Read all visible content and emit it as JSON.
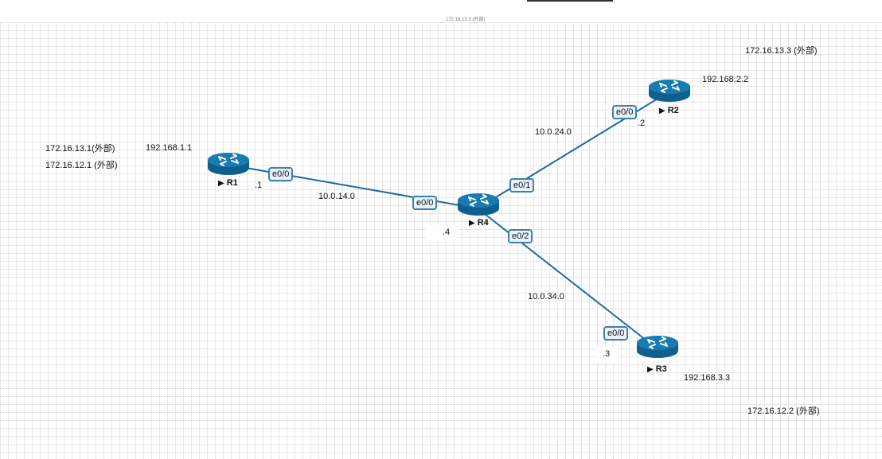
{
  "header": {
    "title": "172.16.13.3 (外部)"
  },
  "nodes": {
    "r1": {
      "name": "R1",
      "ip": "192.168.1.1",
      "host": ".1",
      "externals": [
        "172.16.13.1(外部)",
        "172.16.12.1 (外部)"
      ]
    },
    "r2": {
      "name": "R2",
      "ip": "192.168.2.2",
      "host": ".2",
      "external": "172.16.13.3 (外部)"
    },
    "r3": {
      "name": "R3",
      "ip": "192.168.3.3",
      "host": ".3",
      "external": "172.16.12.2 (外部)"
    },
    "r4": {
      "name": "R4",
      "host": ".4"
    }
  },
  "links": {
    "r1_r4": {
      "network": "10.0.14.0",
      "a_iface": "e0/0",
      "b_iface": "e0/0"
    },
    "r4_r2": {
      "network": "10.0.24.0",
      "a_iface": "e0/1",
      "b_iface": "e0/0"
    },
    "r4_r3": {
      "network": "10.0.34.0",
      "a_iface": "e0/2",
      "b_iface": "e0/0"
    }
  },
  "colors": {
    "router": "#1a7bb0",
    "router_dark": "#0f5f8e",
    "link": "#1f6aa5",
    "grid": "#e6e6e6"
  },
  "icons": {
    "router": "router-icon",
    "play": "play-triangle-icon"
  }
}
